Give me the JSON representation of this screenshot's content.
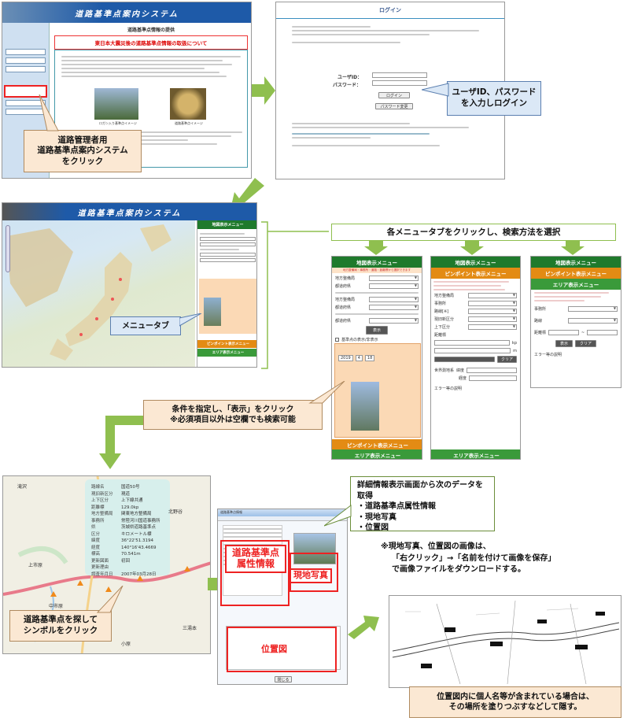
{
  "step1": {
    "site_title": "道路基準点案内システム",
    "notice_header": "道路基準点情報の提供",
    "notice_box": "東日本大震災後の道路基準点情報の取扱について",
    "photo_caption_left": "ロガン入り基準点イメージ",
    "photo_caption_right": "道路基準点イメージ",
    "callout": [
      "道路管理者用",
      "道路基準点案内システム",
      "をクリック"
    ]
  },
  "step2": {
    "title": "ログイン",
    "user_id_label": "ユーザID：",
    "password_label": "パスワード：",
    "login_button": "ログイン",
    "change_password_button": "パスワード変更",
    "callout": [
      "ユーザID、パスワード",
      "を入力しログイン"
    ]
  },
  "step3": {
    "banner": "道路基準点案内システム",
    "menu_title": "地図表示メニュー",
    "pinpoint_menu": "ピンポイント表示メニュー",
    "area_menu": "エリア表示メニュー",
    "callout": "メニュータブ"
  },
  "menus": {
    "header": "各メニュータブをクリックし、検索方法を選択",
    "panel1": {
      "title": "地図表示メニュー",
      "subtitle": "地方整備局・事務所・道路・距離標から選択できます",
      "fields": [
        "地方整備局",
        "都道府県",
        "地方整備局",
        "都道府県",
        "都道府県"
      ],
      "display_button": "表示",
      "toggle": "基準点の表示/非表示",
      "year": "2019",
      "month": "4",
      "day": "18",
      "pinpoint": "ピンポイント表示メニュー",
      "area": "エリア表示メニュー"
    },
    "panel2": {
      "title": "地図表示メニュー",
      "pinpoint": "ピンポイント表示メニュー",
      "fields": [
        "地方整備局",
        "事務所",
        "路線[※]",
        "現旧新区分",
        "上下区分"
      ],
      "distance_label": "距離標",
      "clear_button": "クリア",
      "coord_label": "世界測地系",
      "lat": "緯度",
      "lon": "経度",
      "error": "エラー等の説明",
      "area": "エリア表示メニュー"
    },
    "panel3": {
      "title": "地図表示メニュー",
      "pinpoint": "ピンポイント表示メニュー",
      "area": "エリア表示メニュー",
      "fields": [
        "事務所",
        "路線"
      ],
      "distance_label": "距離標",
      "display_button": "表示",
      "clear_button": "クリア",
      "error": "エラー等の説明"
    }
  },
  "step4_callout": [
    "条件を指定し、「表示」をクリック",
    "※必須項目以外は空欄でも検索可能"
  ],
  "step5": {
    "info": [
      [
        "路線名",
        "国道50号"
      ],
      [
        "現旧新区分",
        "現道"
      ],
      [
        "上下区分",
        "上下線共通"
      ],
      [
        "距離標",
        "129.0kp"
      ],
      [
        "地方整備局",
        "関東地方整備局"
      ],
      [
        "事務所",
        "常陸河川国道事務所"
      ],
      [
        "県",
        "茨城県道路基準点"
      ],
      [
        "区分",
        "キロメートル標"
      ],
      [
        "緯度",
        "36°22'51.3194"
      ],
      [
        "経度",
        "140°16'43.4669"
      ],
      [
        "標高",
        "70.541m"
      ],
      [
        "更新図面",
        "初回"
      ],
      [
        "更新理由",
        ""
      ],
      [
        "調査年月日",
        "2007年03月28日"
      ]
    ],
    "places": [
      "滝沢",
      "北野谷",
      "上市原",
      "中市原",
      "小原",
      "三湯本"
    ],
    "callout": [
      "道路基準点を探して",
      "シンボルをクリック"
    ]
  },
  "step6": {
    "window_title": "道路基準点情報",
    "attr_label": [
      "道路基準点",
      "属性情報"
    ],
    "photo_label": "現地写真",
    "map_label": "位置図",
    "close_button": "閉じる",
    "detail_note": [
      "詳細情報表示画面から次のデータを取得",
      "・道路基準点属性情報",
      "・現地写真",
      "・位置図"
    ],
    "image_note": [
      "※現地写真、位置図の画像は、",
      "「右クリック」→「名前を付けて画像を保存」",
      "で画像ファイルをダウンロードする。"
    ],
    "privacy_callout": [
      "位置図内に個人名等が含まれている場合は、",
      "その場所を塗りつぶすなどして隠す。"
    ]
  },
  "colors": {
    "arrow_green": "#8fbf4f",
    "menu_green": "#1f7a2c",
    "menu_orange": "#e38b14",
    "banner_blue": "#1e5aa8",
    "highlight_red": "#e22222"
  }
}
